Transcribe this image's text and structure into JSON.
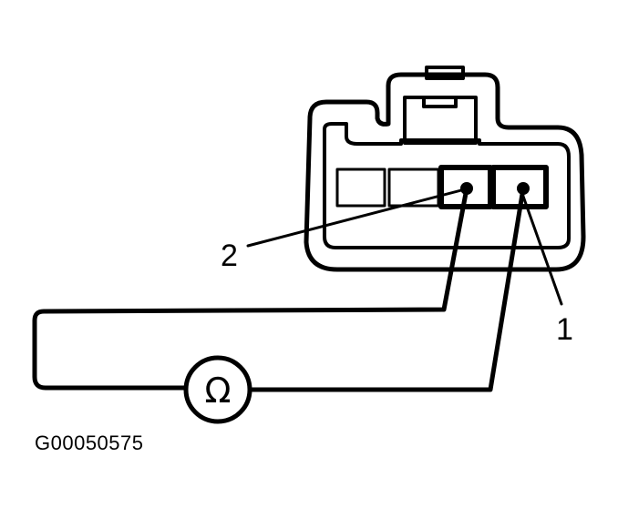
{
  "diagram": {
    "callouts": [
      {
        "label": "2",
        "target": "terminal-2"
      },
      {
        "label": "1",
        "target": "terminal-1"
      }
    ],
    "ohmmeter_symbol": "Ω",
    "figure_id": "G00050575",
    "colors": {
      "line": "#000000",
      "background": "#ffffff"
    },
    "icons": [
      "ohmmeter-icon"
    ]
  }
}
